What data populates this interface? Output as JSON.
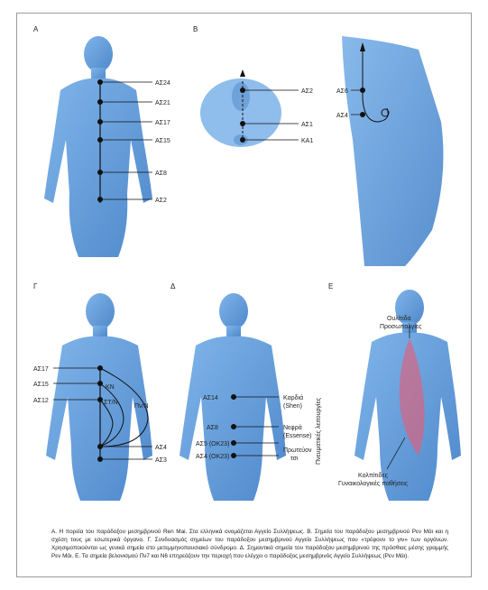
{
  "panels": {
    "A": {
      "letter": "Α",
      "points": [
        "ΑΣ24",
        "ΑΣ21",
        "ΑΣ17",
        "ΑΣ15",
        "ΑΣ8",
        "ΑΣ2"
      ]
    },
    "B": {
      "letter": "Β",
      "points_left": [
        "ΑΣ2",
        "ΑΣ1",
        "ΚΑ1"
      ],
      "points_right": [
        "ΑΣ6",
        "ΑΣ4"
      ]
    },
    "G": {
      "letter": "Γ",
      "points": [
        "ΑΣ17",
        "ΑΣ15",
        "ΑΣ12",
        "ΑΣ4",
        "ΑΣ3"
      ],
      "inner_labels": [
        "ΚΝ",
        "ΣΤ/Ν",
        "Πν/Ν"
      ]
    },
    "D": {
      "letter": "Δ",
      "points": [
        "ΑΣ14",
        "ΑΣ8",
        "ΑΣ5 (ΟΚ23)",
        "ΑΣ4 (ΟΚ23)"
      ],
      "functions": [
        "Καρδιά",
        "(Shen)",
        "Νεφρά",
        "(Essense)",
        "Πρωτεύον",
        "τσι"
      ],
      "side_label": "Πνευματικές λειτουργίες"
    },
    "E": {
      "letter": "Ε",
      "labels": [
        "Ουλίτιδα",
        "Προσωπαλγίες",
        "Κολπίτιδες",
        "Γυναικολογικές παθήσεις"
      ]
    }
  },
  "caption": "Α. Η πορεία του παράδοξου μεσημβρινού Ren Mai. Στα ελληνικά ονομάζεται Αγγείο Συλλήψεως. Β. Σημεία του παράδοξου μεσημβρινού Ρεν Μάι και η σχέση τους με εσωτερικά όργανα. Γ. Συνδυασμός σημείων του παράδοξου μεσημβρινού Αγγείο Συλλήψεως που «τρέφουν το γιν» των οργάνων. Χρησιμοποιούνται ως γενικά σημεία στο μετεμμηνοπαυσιακό σύνδρομο. Δ. Σημαντικά σημεία του παράδοξου μεσημβρινού της πρόσθιας μέσης γραμμής Ρεν Μάι. Ε. Τα σημεία βελονισμού Πν7 και Ν6 επηρεάζουν την περιοχή που ελέγχει ο παράδοξος μεσημβρινός Αγγείο Συλλήψεως (Ρεν Μάι).",
  "colors": {
    "body_blue": "#4a8fd6",
    "body_dark": "#2d6fbd",
    "meridian_red": "#e0607a",
    "ink": "#111111"
  }
}
